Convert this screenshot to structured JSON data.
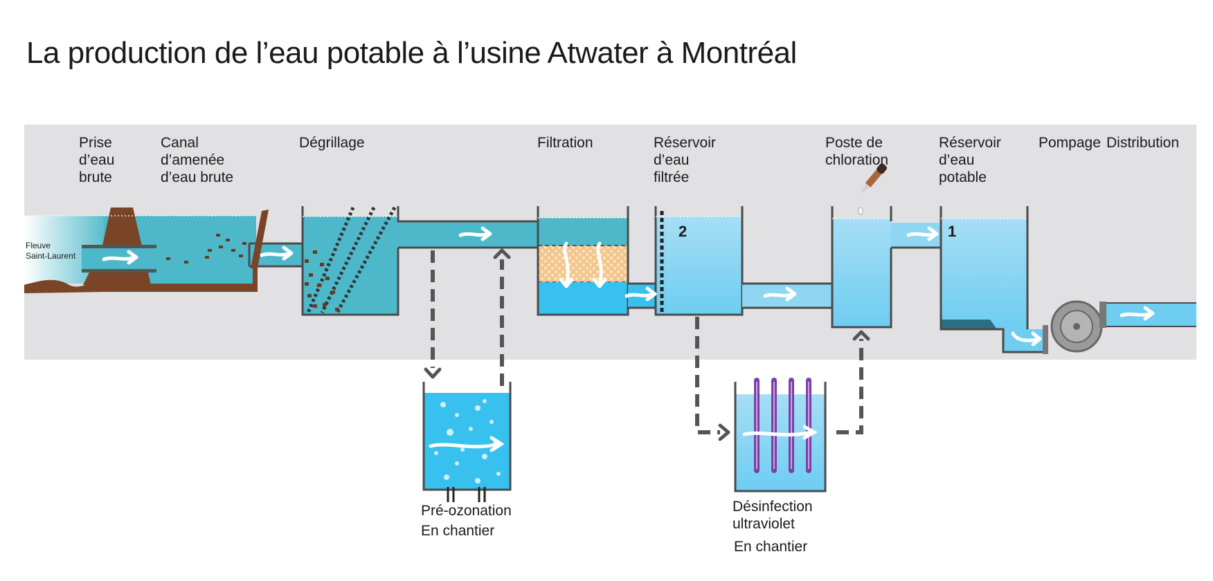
{
  "title": "La production de l’eau potable à l’usine Atwater à Montréal",
  "river_label": "Fleuve\nSaint-Laurent",
  "stages": {
    "prise": "Prise\nd’eau\nbrute",
    "canal": "Canal\nd’amenée\nd’eau brute",
    "degrillage": "Dégrillage",
    "filtration": "Filtration",
    "reservoir_filtree": "Réservoir\nd’eau\nfiltrée",
    "chloration": "Poste de\nchloration",
    "reservoir_potable": "Réservoir\nd’eau\npotable",
    "pompage": "Pompage",
    "distribution": "Distribution"
  },
  "markers": {
    "one": "1",
    "two": "2"
  },
  "side_processes": {
    "preozonation": {
      "name": "Pré-ozonation",
      "status": "En chantier"
    },
    "uv": {
      "name": "Désinfection\nultraviolet",
      "status": "En chantier"
    }
  },
  "colors": {
    "band": "#e1e1e3",
    "raw_water": "#4db8c9",
    "filter_bed": "#f3c58a",
    "filtered_water": "#38c1ee",
    "light_water": "#8fd6f3",
    "wall": "#4a4a4a",
    "intake": "#7a4426",
    "uv_lamp": "#7d3fa6"
  }
}
